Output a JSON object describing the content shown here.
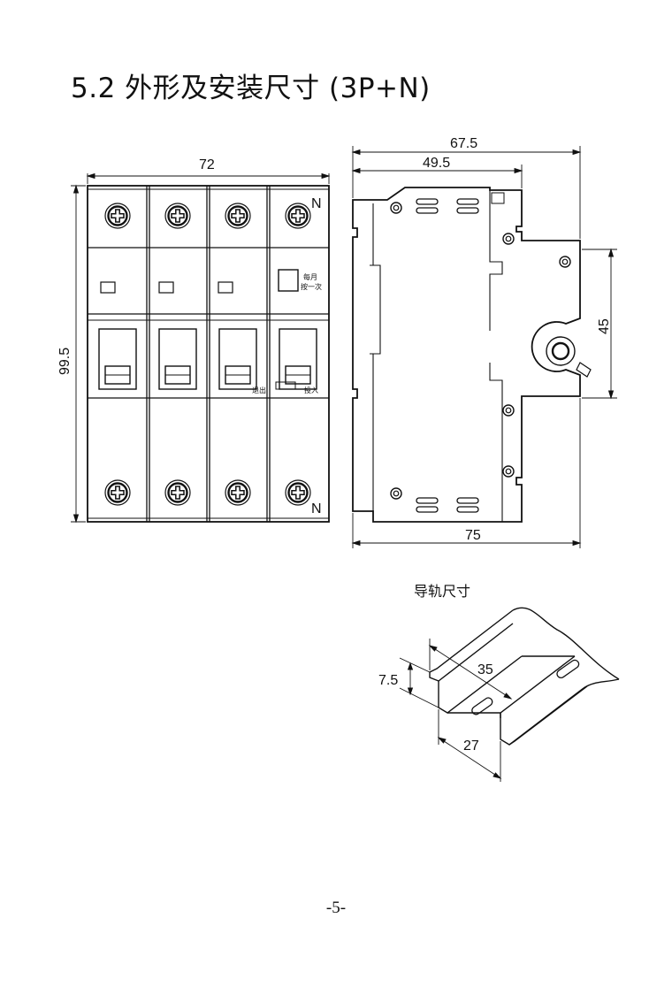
{
  "section": {
    "title": "5.2 外形及安装尺寸 (3P+N)"
  },
  "front_view": {
    "width_dim": "72",
    "height_dim": "99.5",
    "neutral_mark_top": "N",
    "neutral_mark_bottom": "N",
    "test_label_line1": "每月",
    "test_label_line2": "按一次",
    "exit_label": "退出",
    "engage_label": "投入"
  },
  "side_view": {
    "overall_depth_dim": "67.5",
    "front_depth_dim": "49.5",
    "base_depth_dim": "75",
    "rail_height_dim": "45"
  },
  "rail": {
    "caption": "导轨尺寸",
    "width_dim": "35",
    "height_dim": "7.5",
    "inner_dim": "27"
  },
  "page_number": "-5-"
}
